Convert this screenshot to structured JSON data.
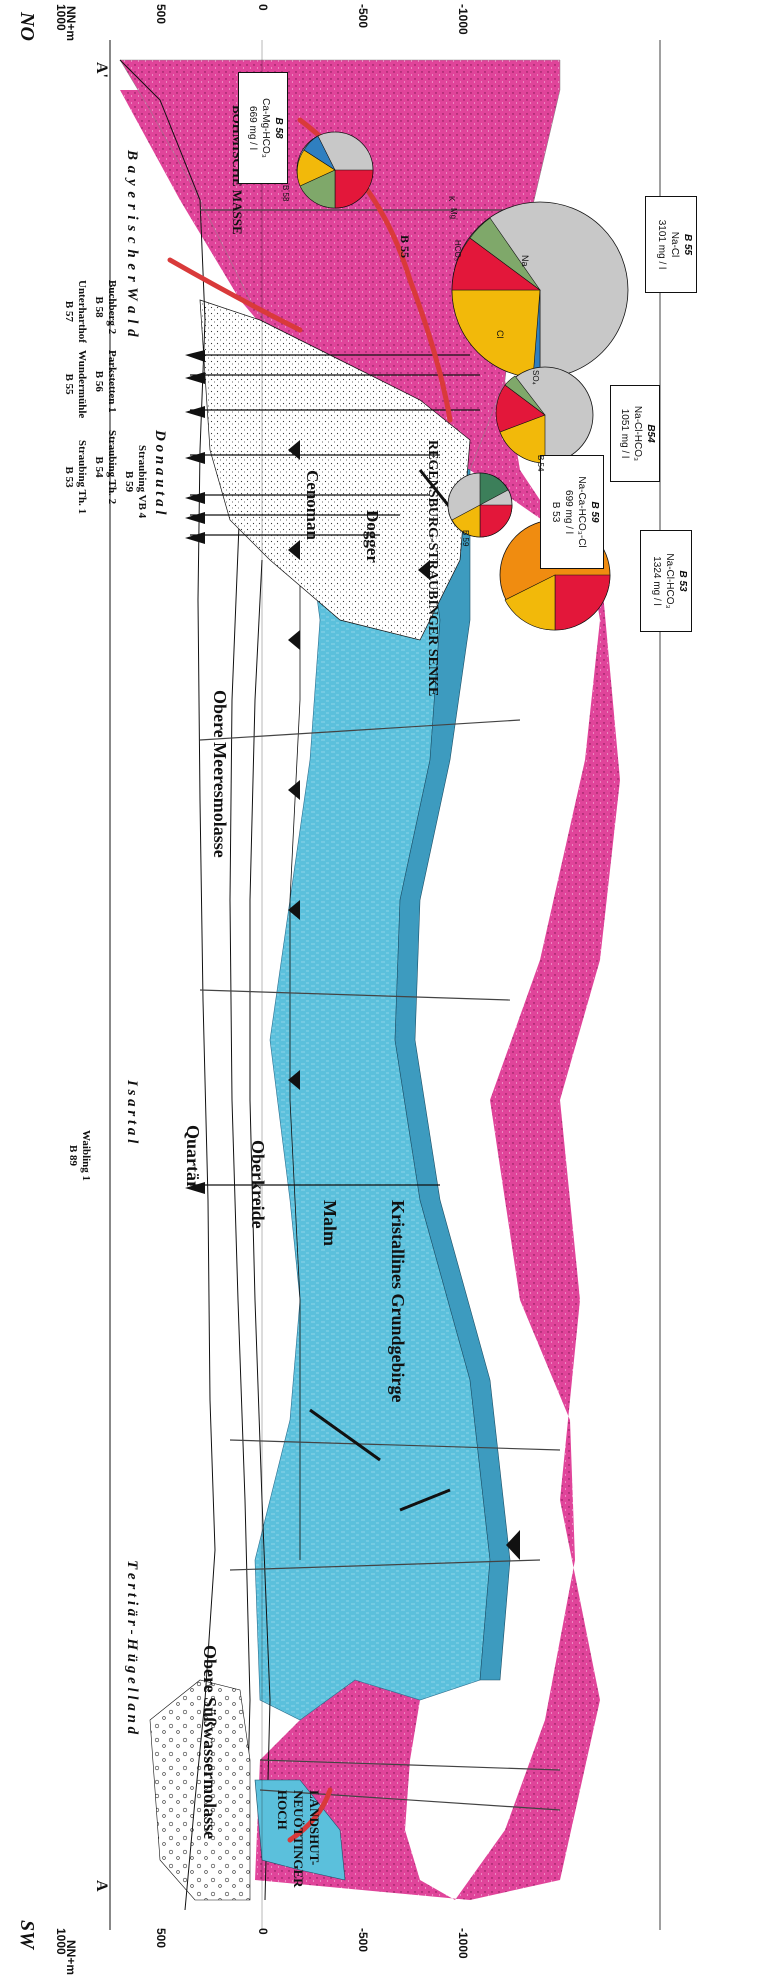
{
  "corners": {
    "sw": "SW",
    "no": "NO",
    "a": "A",
    "a_prime": "A'"
  },
  "axis": {
    "unit": "NN+m",
    "ticks": [
      "1000",
      "500",
      "0",
      "-500",
      "-1000"
    ]
  },
  "regions": {
    "tertiaer": "T e r t i ä r - H ü g e l l a n d",
    "isartal": "I s a r t a l",
    "donautal": "D o n a u t a l",
    "bayerischer_wald": "B a y e r i s c h e r   W a l d"
  },
  "formations": {
    "obere_suesswassermolasse": "Obere Süßwassermolasse",
    "quartaer": "Quartär",
    "oberkreide": "Oberkreide",
    "malm": "Malm",
    "kristallines": "Kristallines Grundgebirge",
    "obere_meeresmolasse": "Obere Meeresmolasse",
    "cenoman": "Cenoman",
    "dogger": "Dogger",
    "regensburg": "REGENSBURG-STRAUBINGER SENKE",
    "boehmische": "BÖHMISCHE MASSE",
    "landshut": [
      "LANDSHUT-",
      "NEUÖTTINGER",
      "HOCH"
    ]
  },
  "wells": {
    "waibling": [
      "Waibling 1",
      "B 89"
    ],
    "group_a": [
      [
        "Straubing Th. 1",
        "B 53"
      ],
      [
        "Straubing Th. 2",
        "B 54"
      ],
      [
        "Straubing VB 4",
        "B 59"
      ]
    ],
    "group_b": [
      [
        "Wundermühle",
        "B 55"
      ],
      [
        "Parkstetten 1",
        "B 56"
      ]
    ],
    "group_c": [
      [
        "Unterharthof",
        "B 57"
      ],
      [
        "Buchberg 2",
        "B 58"
      ]
    ],
    "b55_label": "B 55"
  },
  "boxes": {
    "b58": [
      "B 58",
      "Ca-Mg-HCO₃",
      "669 mg / l"
    ],
    "b55": [
      "B 55",
      "Na-Cl",
      "3101 mg / l"
    ],
    "b54": [
      "B54",
      "Na-Cl-HCO₃",
      "1051 mg / l"
    ],
    "b59": [
      "B 59",
      "Na-Ca-HCO₃-Cl",
      "699 mg / l",
      "B 53"
    ],
    "b53": [
      "B 53",
      "Na-Cl-HCO₃",
      "1324 mg / l"
    ]
  },
  "pie_labels": {
    "big_na": "Na",
    "big_cl": "Cl",
    "big_hco3": "HCO₃",
    "big_so4": "SO₄",
    "big_mg": "Mg",
    "big_k": "K"
  },
  "pie_side_labels": {
    "b58": "B 58",
    "b54": "B 54",
    "b59": "B 59"
  },
  "colors": {
    "crystalline": "#e0449a",
    "malm": "#5bc0dc",
    "pie_na": "#c8c8c8",
    "pie_cl": "#f2b90a",
    "pie_hco3": "#e3173a",
    "pie_green": "#7fa86a",
    "pie_blue": "#2f7fc0",
    "pie_orange": "#f08c10",
    "arrow_red": "#d93a3a"
  }
}
